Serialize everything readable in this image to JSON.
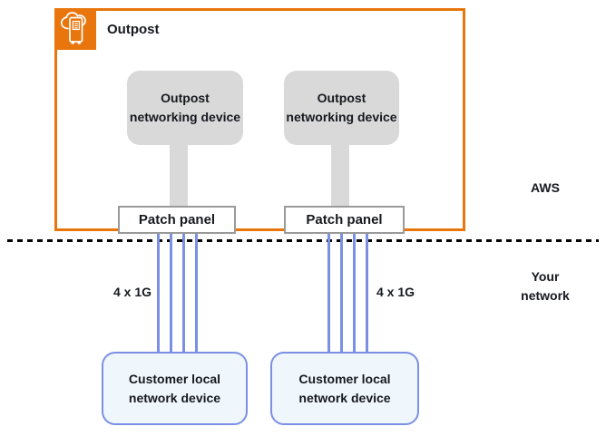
{
  "outpost": {
    "label": "Outpost",
    "icon": "aws-outposts-icon"
  },
  "networking_devices": [
    {
      "label": "Outpost networking device"
    },
    {
      "label": "Outpost networking device"
    }
  ],
  "patch_panels": [
    {
      "label": "Patch panel"
    },
    {
      "label": "Patch panel"
    }
  ],
  "connections": [
    {
      "label": "4 x 1G",
      "line_count": 4
    },
    {
      "label": "4 x 1G",
      "line_count": 4
    }
  ],
  "customer_devices": [
    {
      "label": "Customer local network device"
    },
    {
      "label": "Customer local network device"
    }
  ],
  "zones": {
    "aws": "AWS",
    "customer": "Your network"
  },
  "colors": {
    "outpost_orange": "#e8760d",
    "device_gray": "#d9d9d9",
    "panel_border_gray": "#9a9a9a",
    "link_blue": "#7b8fe4",
    "customer_fill_blue": "#eff7fd",
    "divider_black": "#000000",
    "text": "#16191f"
  }
}
